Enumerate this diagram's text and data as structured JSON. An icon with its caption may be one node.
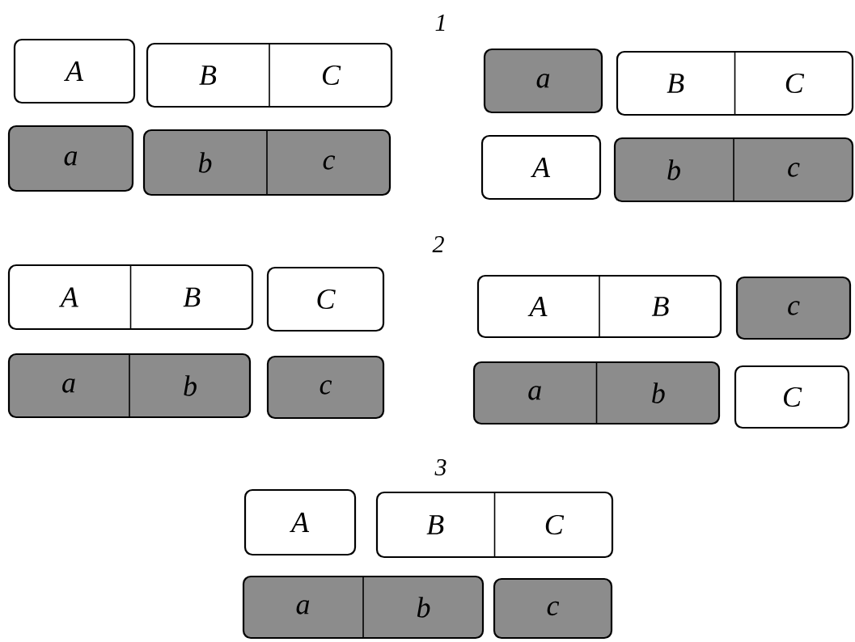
{
  "diagram": {
    "nodes": [
      {
        "text": [
          "A"
        ]
      },
      {
        "text": [
          "B",
          "C"
        ]
      },
      {
        "text": [
          "a"
        ]
      },
      {
        "text": [
          "b",
          "c"
        ]
      },
      {
        "text": [
          "a"
        ]
      },
      {
        "text": [
          "B",
          "C"
        ]
      },
      {
        "text": [
          "A"
        ]
      },
      {
        "text": [
          "b",
          "c"
        ]
      },
      {
        "text": [
          "A",
          "B"
        ]
      },
      {
        "text": [
          "C"
        ]
      },
      {
        "text": [
          "a",
          "b"
        ]
      },
      {
        "text": [
          "c"
        ]
      },
      {
        "text": [
          "A",
          "B"
        ]
      },
      {
        "text": [
          "c"
        ]
      },
      {
        "text": [
          "a",
          "b"
        ]
      },
      {
        "text": [
          "C"
        ]
      },
      {
        "text": [
          "A"
        ]
      },
      {
        "text": [
          "B",
          "C"
        ]
      },
      {
        "text": [
          "a",
          "b"
        ]
      },
      {
        "text": [
          "c"
        ]
      }
    ],
    "labels": [
      "1",
      "2",
      "3"
    ]
  }
}
